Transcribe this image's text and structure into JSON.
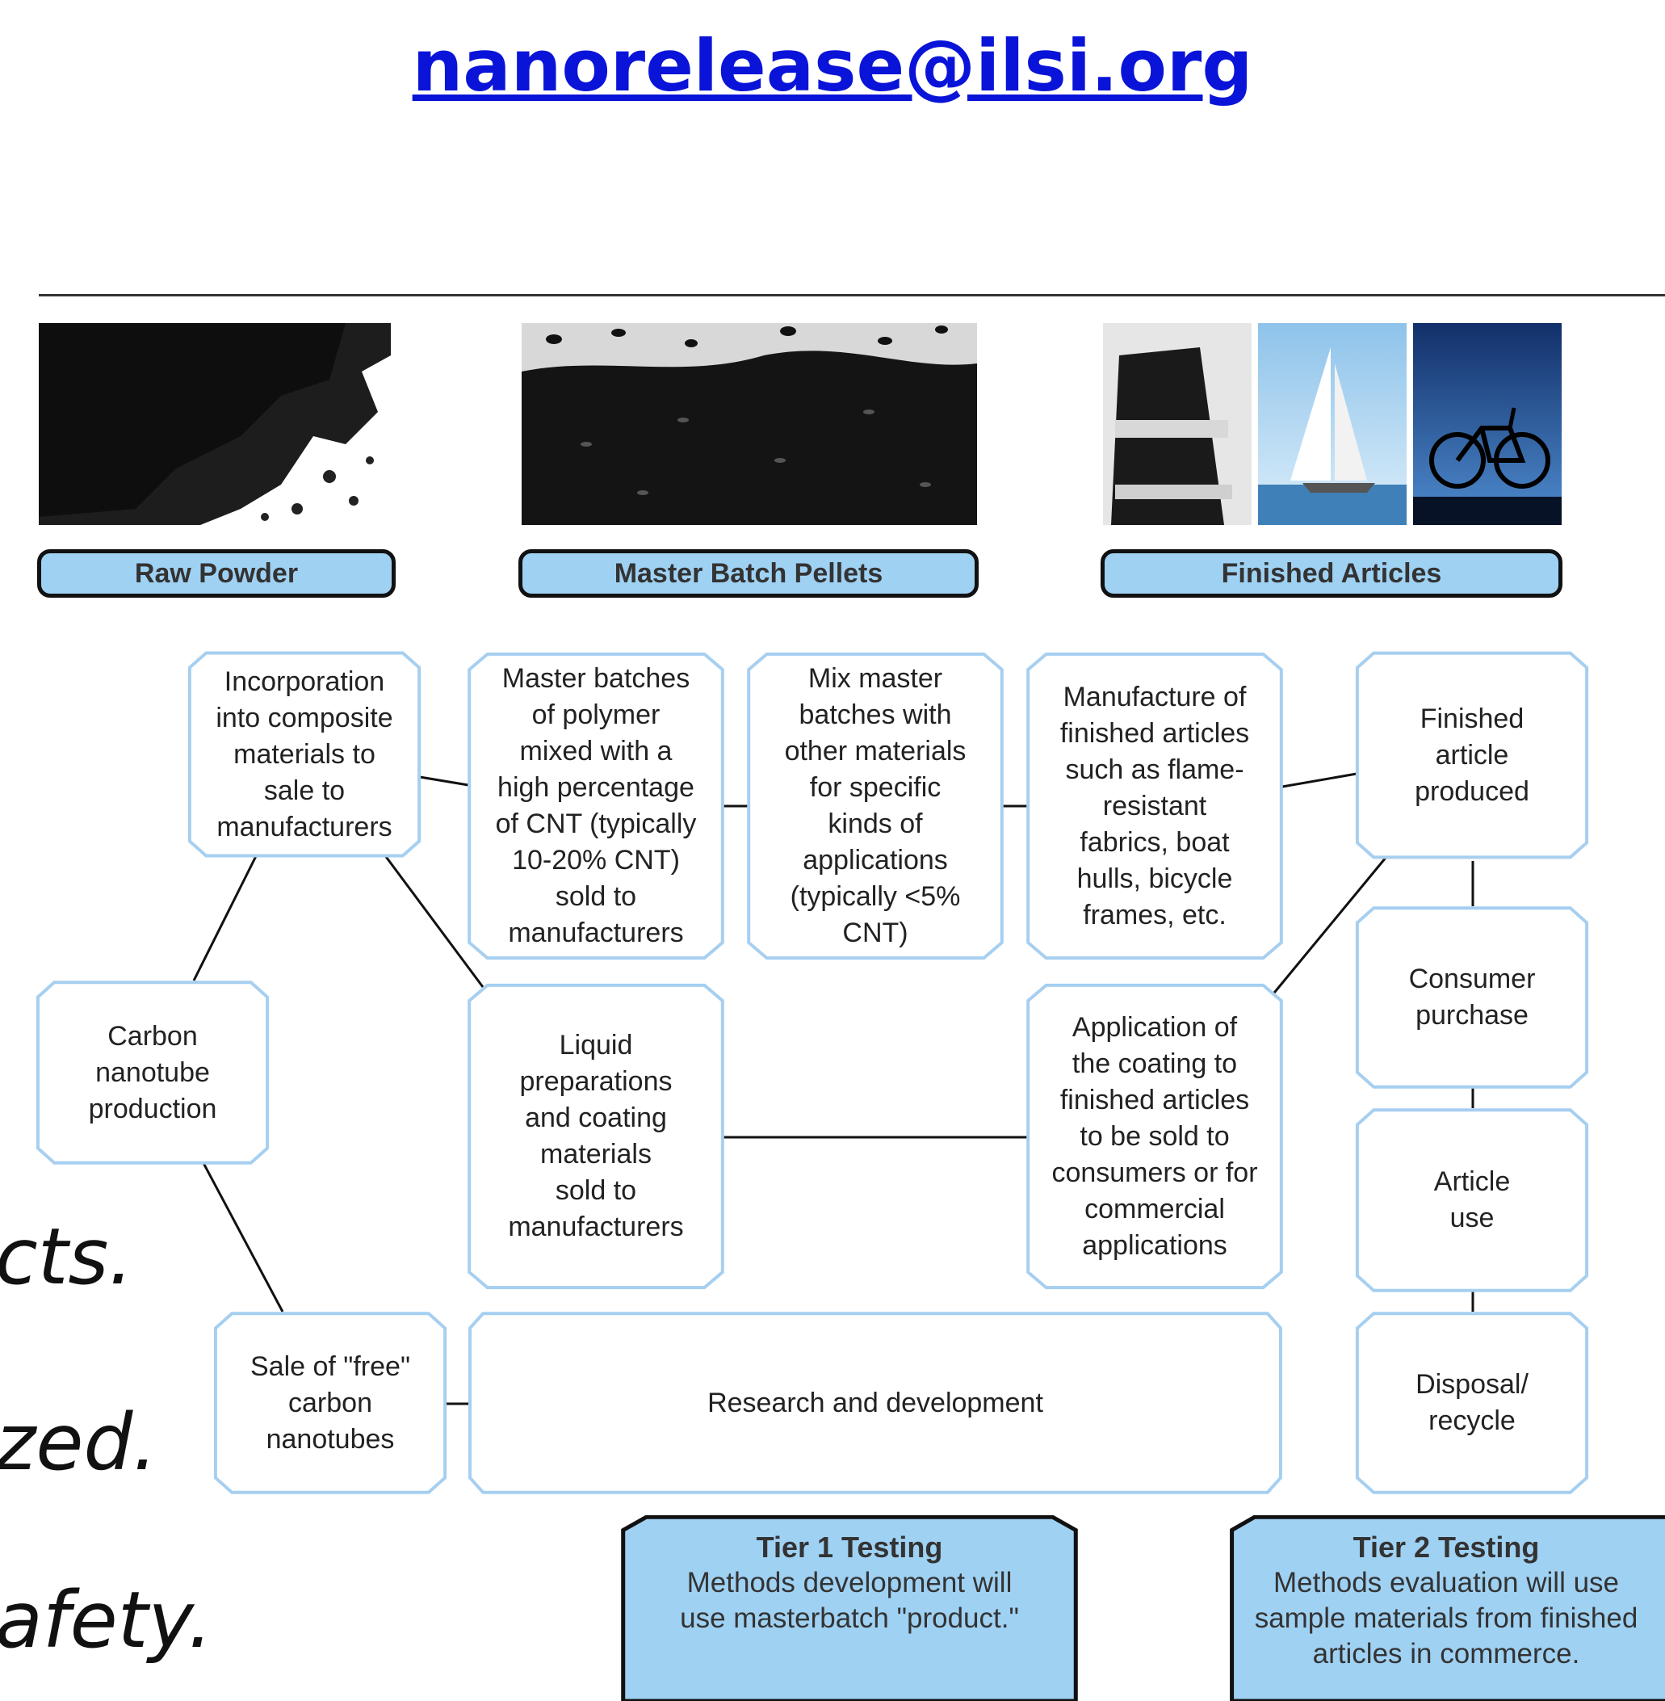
{
  "header": {
    "email": "nanorelease@ilsi.org"
  },
  "stage_labels": {
    "raw_powder": "Raw Powder",
    "master_batch": "Master Batch Pellets",
    "finished": "Finished Articles"
  },
  "nodes": {
    "incorporation": "Incorporation\ninto composite\nmaterials to\nsale to\nmanufacturers",
    "master_batches": "Master batches\nof  polymer\nmixed with a\nhigh percentage\nof CNT (typically\n10-20% CNT)\nsold to\nmanufacturers",
    "mix_master": "Mix master\nbatches with\nother materials\nfor specific\nkinds of\napplications\n(typically <5%\nCNT)",
    "manufacture": "Manufacture of\nfinished articles\nsuch as flame-\nresistant\nfabrics, boat\nhulls, bicycle\nframes, etc.",
    "finished_produced": "Finished\narticle\nproduced",
    "cnt_production": "Carbon\nnanotube\nproduction",
    "liquid": "Liquid\npreparations\nand coating\nmaterials\nsold to\nmanufacturers",
    "application": "Application of\nthe coating to\nfinished articles\nto be sold to\nconsumers or for\ncommercial\napplications",
    "consumer": "Consumer\npurchase",
    "article_use": "Article\nuse",
    "sale_free": "Sale of \"free\"\ncarbon\nnanotubes",
    "rnd": "Research and development",
    "disposal": "Disposal/\nrecycle"
  },
  "tiers": {
    "tier1_title": "Tier 1 Testing",
    "tier1_text": "Methods development will\nuse masterbatch \"product.\"",
    "tier2_title": "Tier 2 Testing",
    "tier2_text": "Methods evaluation will use\nsample materials from finished\narticles in commerce."
  },
  "side_text": [
    "cts.",
    "zed.",
    "afety."
  ],
  "colors": {
    "link": "#0a14d8",
    "box_border": "#a6cff0",
    "label_fill": "#9fd1f3"
  }
}
